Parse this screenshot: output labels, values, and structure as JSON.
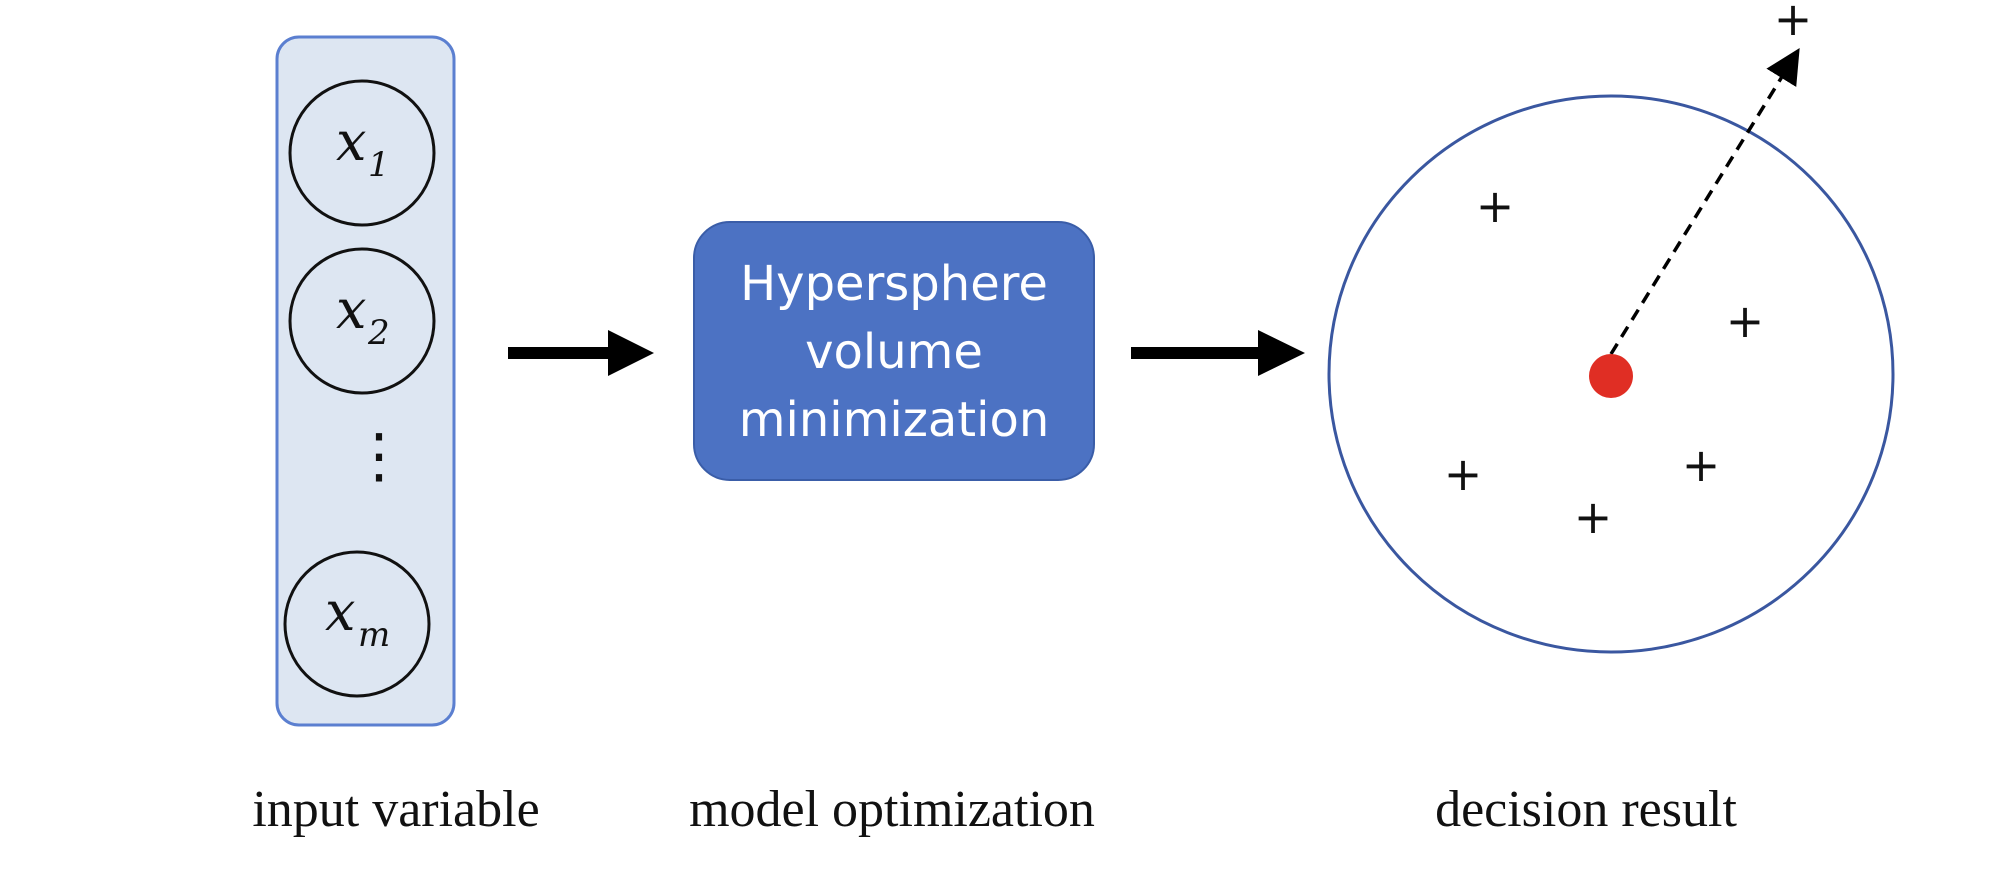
{
  "input_panel": {
    "variables": [
      {
        "base": "x",
        "sub": "1"
      },
      {
        "base": "x",
        "sub": "2"
      },
      {
        "base": "x",
        "sub": "m"
      }
    ],
    "ellipsis": "⋮",
    "caption": "input variable"
  },
  "model_box": {
    "lines": [
      "Hypersphere",
      "volume",
      "minimization"
    ],
    "caption": "model optimization"
  },
  "decision": {
    "caption": "decision result",
    "inside_marker": "+",
    "outlier_marker": "+"
  },
  "colors": {
    "panel_fill": "#dde6f2",
    "panel_border": "#5b7fd0",
    "box_fill": "#4c72c3",
    "circle_border": "#3a57a0",
    "center_dot": "#e02e24",
    "arrow": "#000000"
  }
}
